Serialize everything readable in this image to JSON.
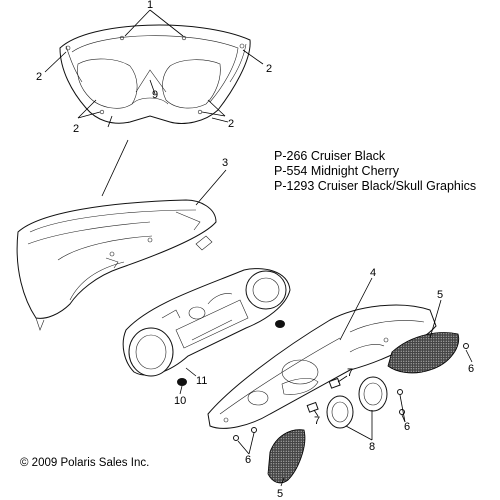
{
  "callouts": {
    "c1": "1",
    "c2a": "2",
    "c2b": "2",
    "c2c": "2",
    "c2d": "2",
    "c3": "3",
    "c4": "4",
    "c5a": "5",
    "c5b": "5",
    "c6a": "6",
    "c6b": "6",
    "c6c": "6",
    "c7a": "7",
    "c7b": "7",
    "c8": "8",
    "c9": "9",
    "c10": "10",
    "c11": "11"
  },
  "paint_codes": [
    "P-266  Cruiser Black",
    "P-554  Midnight Cherry",
    "P-1293 Cruiser Black/Skull Graphics"
  ],
  "copyright": "© 2009 Polaris Sales Inc."
}
